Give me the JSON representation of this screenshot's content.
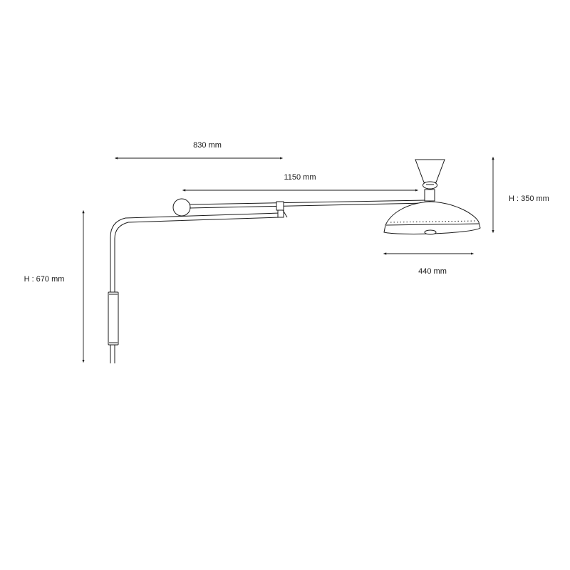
{
  "dimensions": {
    "arm_short": "830 mm",
    "arm_long": "1150 mm",
    "shade_height": "H : 350 mm",
    "shade_width": "440 mm",
    "wall_height": "H : 670 mm"
  }
}
